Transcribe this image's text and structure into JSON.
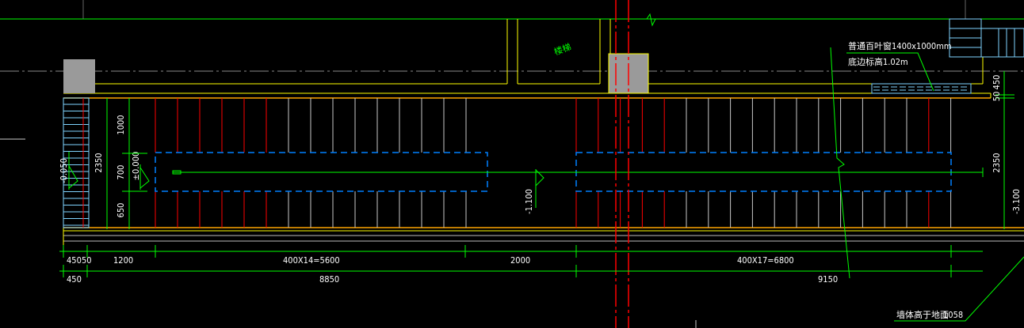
{
  "colors": {
    "background": "#000000",
    "dimension": "#00ff00",
    "wall": "#ffff00",
    "axis": "#ff0000",
    "tread_red": "#ff0000",
    "window": "#7fd4ff",
    "hidden": "#0080ff"
  },
  "annotations": {
    "window_label": "普通百叶窗1400x1000mm",
    "window_sill": "底边标高1.02m",
    "wall_note": "墙体高于地面",
    "wall_note_value": "1058",
    "stair_label": "楼梯"
  },
  "levels": {
    "left": "-0.050",
    "landing": "±0.000",
    "middle": "-1.100",
    "right": "-3.100"
  },
  "dims_left": {
    "top": "1000",
    "mid": "700",
    "bottom": "650",
    "total": "2350"
  },
  "dims_right": {
    "top_a": "50",
    "top_b": "450",
    "total": "2350"
  },
  "dims_row1": [
    "450",
    "50",
    "1200",
    "400X14=5600",
    "2000",
    "400X17=6800"
  ],
  "dims_row2": [
    "450",
    "8850",
    "9150"
  ]
}
